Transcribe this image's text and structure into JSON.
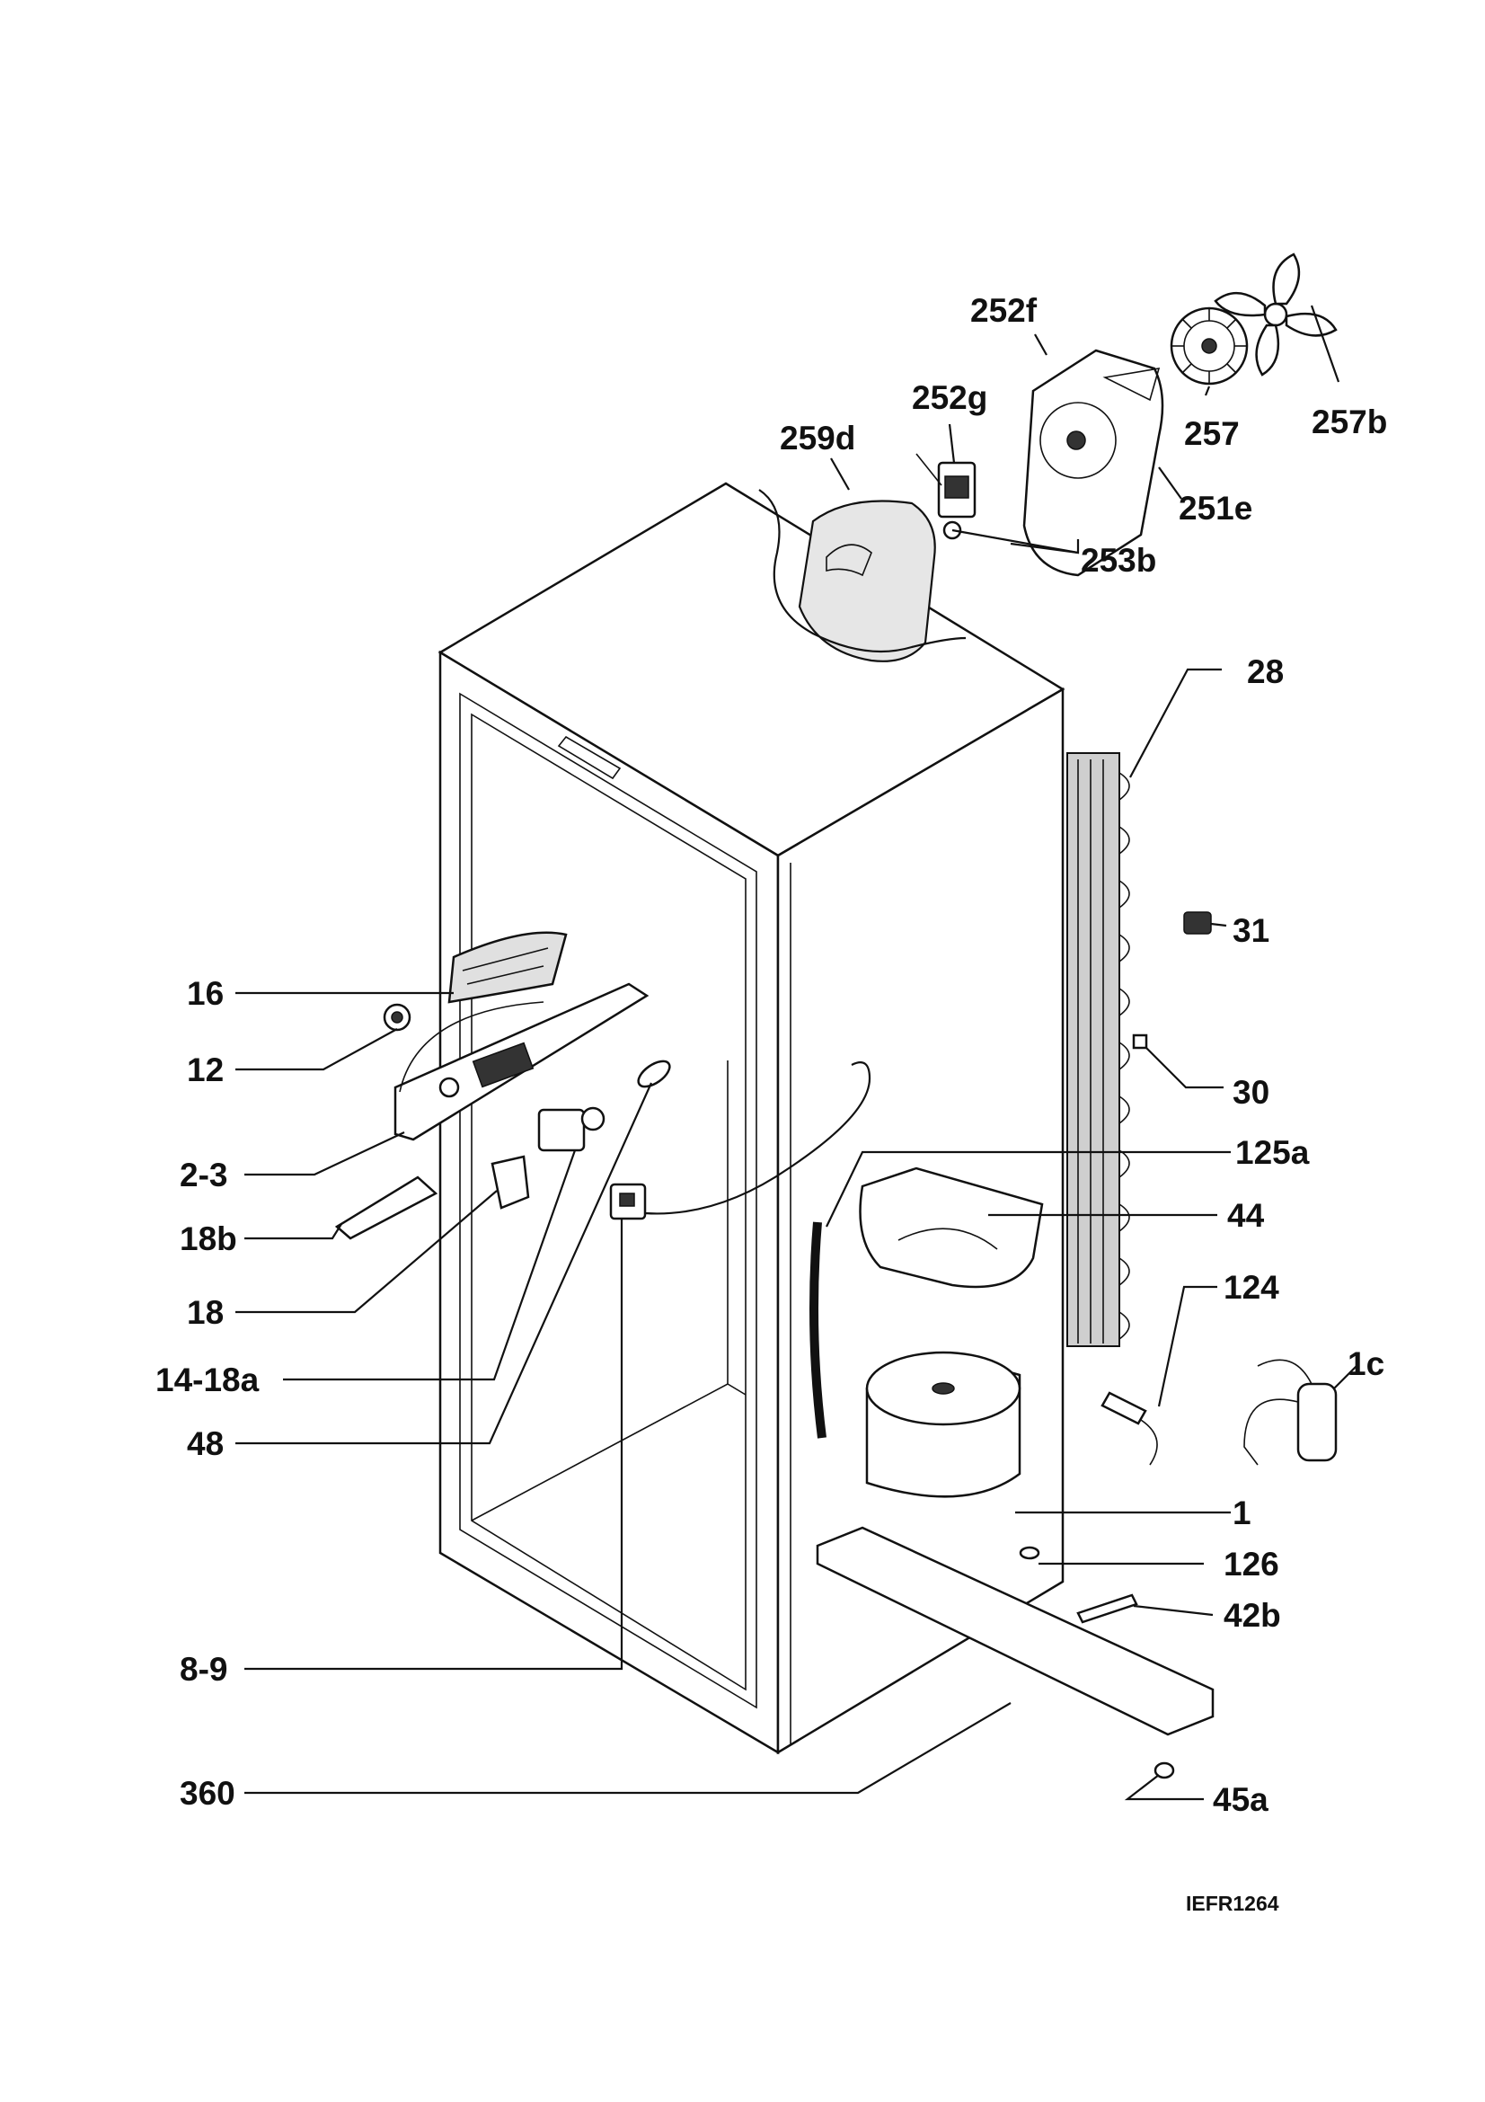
{
  "reference_code": "IEFR1264",
  "labels": {
    "252f": "252f",
    "252g": "252g",
    "259d": "259d",
    "257": "257",
    "257b": "257b",
    "251e": "251e",
    "253b": "253b",
    "28": "28",
    "31": "31",
    "30": "30",
    "16": "16",
    "12": "12",
    "2_3": "2-3",
    "18b": "18b",
    "18": "18",
    "14_18a": "14-18a",
    "48": "48",
    "125a": "125a",
    "44": "44",
    "124": "124",
    "1c": "1c",
    "1": "1",
    "126": "126",
    "42b": "42b",
    "8_9": "8-9",
    "360": "360",
    "45a": "45a"
  }
}
